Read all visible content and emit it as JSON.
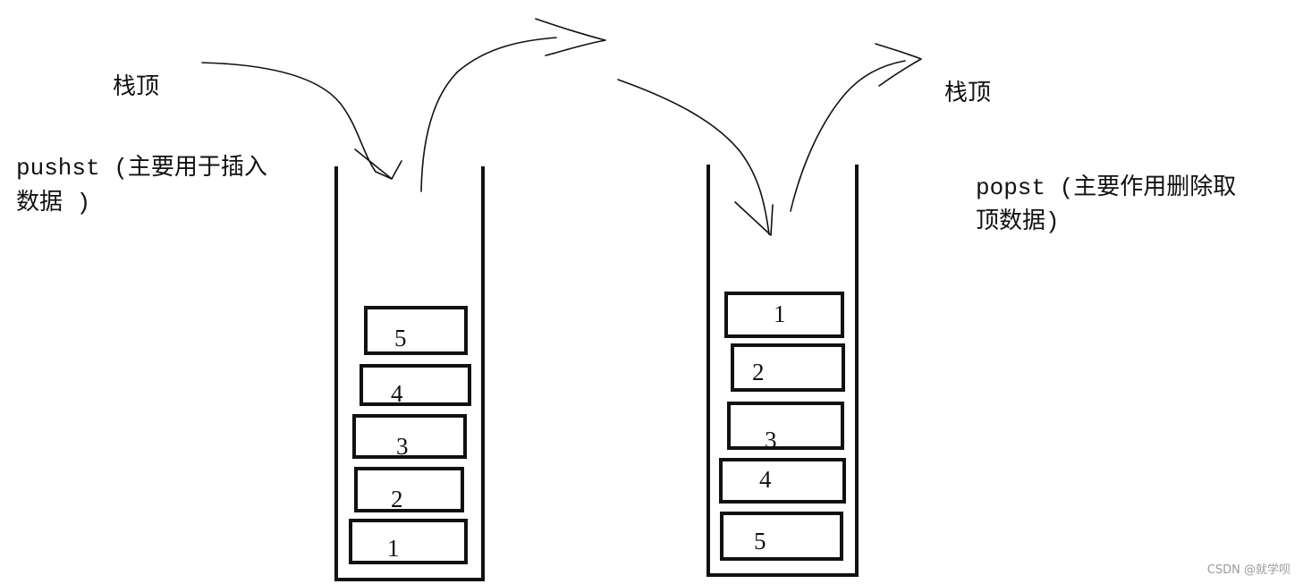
{
  "left_stack": {
    "top_label": "栈顶",
    "caption_line1": "pushst (主要用于插入",
    "caption_line2": "数据 )",
    "items_top_to_bottom": [
      "5",
      "4",
      "3",
      "2",
      "1"
    ]
  },
  "right_stack": {
    "top_label": "栈顶",
    "caption_line1": "popst (主要作用删除取",
    "caption_line2": "顶数据)",
    "items_top_to_bottom": [
      "1",
      "2",
      "3",
      "4",
      "5"
    ]
  },
  "watermark": "CSDN @就学呗",
  "colors": {
    "stroke": "#111111",
    "background": "#ffffff",
    "watermark": "#9a9a9a"
  }
}
